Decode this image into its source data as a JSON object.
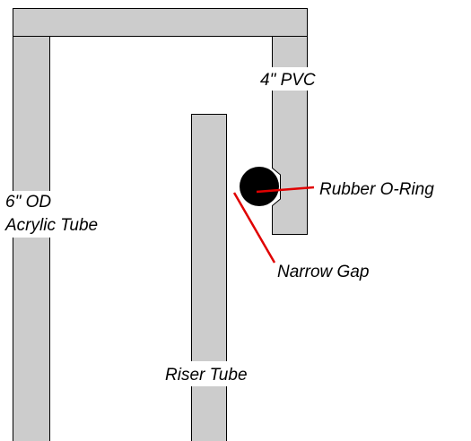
{
  "colors": {
    "tube_fill": "#cccccc",
    "outline": "#000000",
    "pointer": "#e00000",
    "oring": "#000000",
    "background": "#ffffff"
  },
  "labels": {
    "pvc": "4\" PVC",
    "acrylic_line1": "6\" OD",
    "acrylic_line2": "Acrylic Tube",
    "oring": "Rubber O-Ring",
    "gap": "Narrow Gap",
    "riser": "Riser Tube"
  }
}
